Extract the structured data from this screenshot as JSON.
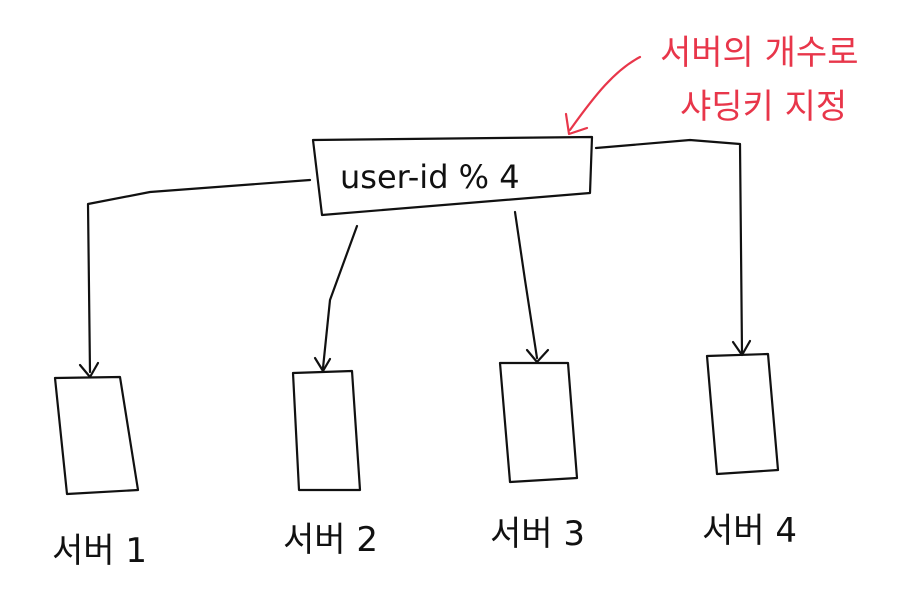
{
  "diagram": {
    "router_label": "user-id % 4",
    "annotation": [
      "서버의 개수로",
      "샤딩키 지정"
    ],
    "servers": [
      {
        "label": "서버 1"
      },
      {
        "label": "서버 2"
      },
      {
        "label": "서버 3"
      },
      {
        "label": "서버 4"
      }
    ],
    "colors": {
      "ink": "#111111",
      "annotation": "#e8364a",
      "background": "#ffffff"
    }
  }
}
